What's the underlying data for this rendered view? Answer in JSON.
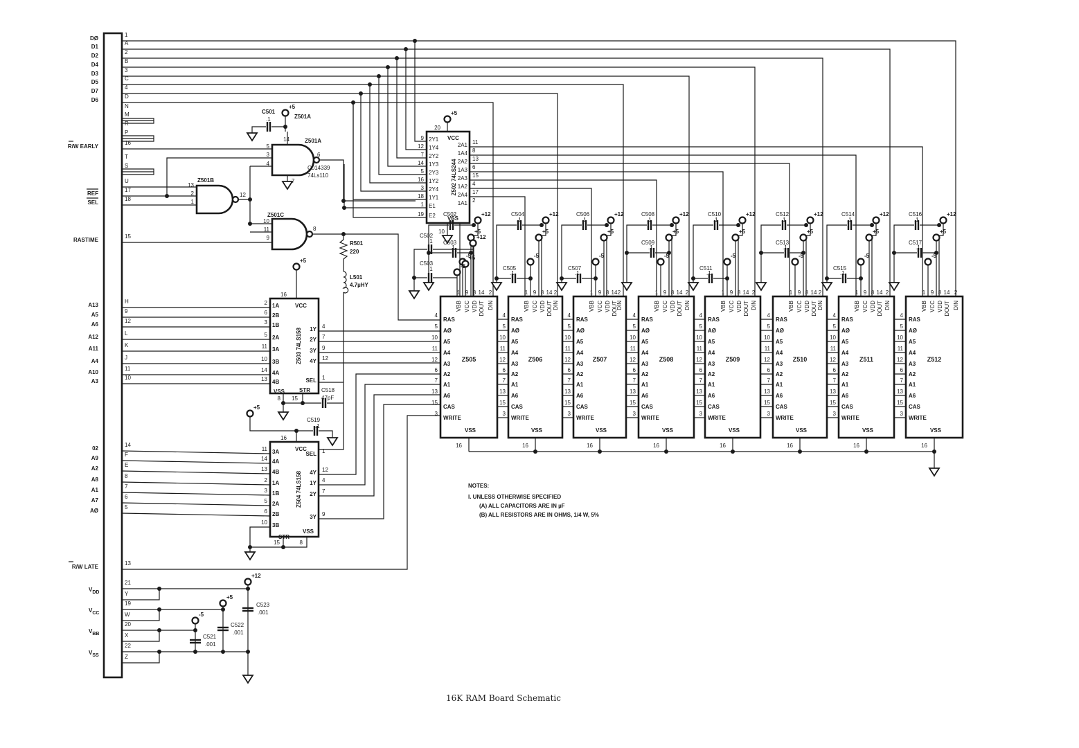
{
  "title": "16K RAM Board Schematic",
  "connector": {
    "signals": [
      {
        "name": "DØ",
        "pin": "1"
      },
      {
        "name": "D1",
        "pin": "A"
      },
      {
        "name": "D2",
        "pin": "2"
      },
      {
        "name": "D4",
        "pin": "B"
      },
      {
        "name": "D3",
        "pin": "3"
      },
      {
        "name": "D5",
        "pin": "C"
      },
      {
        "name": "D7",
        "pin": "4"
      },
      {
        "name": "D6",
        "pin": "D"
      },
      {
        "name": "",
        "pin": "N"
      },
      {
        "name": "",
        "pin": "M"
      },
      {
        "name": "",
        "pin": "R"
      },
      {
        "name": "",
        "pin": "P"
      },
      {
        "name": "R/W EARLY",
        "pin": "16"
      },
      {
        "name": "",
        "pin": "T"
      },
      {
        "name": "",
        "pin": "S"
      },
      {
        "name": "",
        "pin": "U"
      },
      {
        "name": "REF",
        "pin": "17"
      },
      {
        "name": "SEL",
        "pin": "18"
      },
      {
        "name": "RASTIME",
        "pin": "15"
      },
      {
        "name": "A13",
        "pin": "H"
      },
      {
        "name": "A5",
        "pin": "9"
      },
      {
        "name": "A6",
        "pin": "12"
      },
      {
        "name": "A12",
        "pin": "L"
      },
      {
        "name": "A11",
        "pin": "K"
      },
      {
        "name": "A4",
        "pin": "J"
      },
      {
        "name": "A10",
        "pin": "11"
      },
      {
        "name": "A3",
        "pin": "10"
      },
      {
        "name": "02",
        "pin": "14"
      },
      {
        "name": "A9",
        "pin": "F"
      },
      {
        "name": "A2",
        "pin": "E"
      },
      {
        "name": "A8",
        "pin": "8"
      },
      {
        "name": "A1",
        "pin": "7"
      },
      {
        "name": "A7",
        "pin": "6"
      },
      {
        "name": "AØ",
        "pin": "5"
      },
      {
        "name": "R/W LATE",
        "pin": "13"
      },
      {
        "name": "VDD",
        "pin": "21"
      },
      {
        "name": "",
        "pin": "Y"
      },
      {
        "name": "VCC",
        "pin": "19"
      },
      {
        "name": "",
        "pin": "W"
      },
      {
        "name": "VBB",
        "pin": "20"
      },
      {
        "name": "",
        "pin": "X"
      },
      {
        "name": "VSS",
        "pin": "22"
      },
      {
        "name": "",
        "pin": "Z"
      }
    ]
  },
  "gates": {
    "z501a": {
      "ref": "Z501A",
      "part": "C014339",
      "type": "74Ls110",
      "in_pins": [
        "5",
        "3",
        "4"
      ],
      "out_pin": "6",
      "vcc_pin": "14",
      "gnd_pin": "7"
    },
    "z501b": {
      "ref": "Z501B",
      "in_pins": [
        "13",
        "2",
        "1"
      ],
      "out_pin": "12"
    },
    "z501c": {
      "ref": "Z501C",
      "in_pins": [
        "10",
        "11",
        "9"
      ],
      "out_pin": "8"
    }
  },
  "buffer": {
    "ref": "Z502",
    "type": "74LS244",
    "vcc": "VCC",
    "vss": "VSS",
    "vcc_pin": "20",
    "vss_pin": "10",
    "left": [
      {
        "pin": "9",
        "name": "2Y1"
      },
      {
        "pin": "12",
        "name": "1Y4"
      },
      {
        "pin": "7",
        "name": "2Y2"
      },
      {
        "pin": "14",
        "name": "1Y3"
      },
      {
        "pin": "5",
        "name": "2Y3"
      },
      {
        "pin": "16",
        "name": "1Y2"
      },
      {
        "pin": "3",
        "name": "2Y4"
      },
      {
        "pin": "18",
        "name": "1Y1"
      },
      {
        "pin": "1",
        "name": "E1"
      },
      {
        "pin": "19",
        "name": "E2"
      }
    ],
    "right": [
      {
        "pin": "11",
        "name": "2A1"
      },
      {
        "pin": "8",
        "name": "1A4"
      },
      {
        "pin": "13",
        "name": "2A2"
      },
      {
        "pin": "6",
        "name": "1A3"
      },
      {
        "pin": "15",
        "name": "2A3"
      },
      {
        "pin": "4",
        "name": "1A2"
      },
      {
        "pin": "17",
        "name": "2A4"
      },
      {
        "pin": "2",
        "name": "1A1"
      }
    ]
  },
  "muxes": [
    {
      "ref": "Z503",
      "type": "74LS158",
      "vcc": "VCC",
      "vss": "VSS",
      "vcc_pin": "16",
      "left": [
        {
          "pin": "2",
          "name": "1A"
        },
        {
          "pin": "6",
          "name": "2B"
        },
        {
          "pin": "3",
          "name": "1B"
        },
        {
          "pin": "5",
          "name": "2A"
        },
        {
          "pin": "11",
          "name": "3A"
        },
        {
          "pin": "10",
          "name": "3B"
        },
        {
          "pin": "14",
          "name": "4A"
        },
        {
          "pin": "13",
          "name": "4B"
        }
      ],
      "right": [
        {
          "pin": "4",
          "name": "1Y"
        },
        {
          "pin": "7",
          "name": "2Y"
        },
        {
          "pin": "9",
          "name": "3Y"
        },
        {
          "pin": "12",
          "name": "4Y"
        },
        {
          "pin": "1",
          "name": "SEL"
        }
      ],
      "bottom": [
        {
          "pin": "8",
          "name": "VSS"
        },
        {
          "pin": "15",
          "name": "STR"
        }
      ]
    },
    {
      "ref": "Z504",
      "type": "74LS158",
      "vcc": "VCC",
      "vss": "VSS",
      "vcc_pin": "16",
      "left": [
        {
          "pin": "11",
          "name": "3A"
        },
        {
          "pin": "14",
          "name": "4A"
        },
        {
          "pin": "13",
          "name": "4B"
        },
        {
          "pin": "2",
          "name": "1A"
        },
        {
          "pin": "3",
          "name": "1B"
        },
        {
          "pin": "5",
          "name": "2A"
        },
        {
          "pin": "6",
          "name": "2B"
        },
        {
          "pin": "10",
          "name": "3B"
        }
      ],
      "right": [
        {
          "pin": "1",
          "name": "SEL"
        },
        {
          "pin": "12",
          "name": "4Y"
        },
        {
          "pin": "4",
          "name": "1Y"
        },
        {
          "pin": "7",
          "name": "2Y"
        },
        {
          "pin": "9",
          "name": "3Y"
        }
      ],
      "bottom": [
        {
          "pin": "15",
          "name": "STR"
        },
        {
          "pin": "8",
          "name": "VSS"
        }
      ]
    }
  ],
  "ram_chips": {
    "refs": [
      "Z505",
      "Z506",
      "Z507",
      "Z508",
      "Z509",
      "Z510",
      "Z511",
      "Z512"
    ],
    "top_pins": [
      {
        "pin": "1",
        "name": "VBB"
      },
      {
        "pin": "9",
        "name": "VCC"
      },
      {
        "pin": "8",
        "name": "VDD"
      },
      {
        "pin": "14",
        "name": "DOUT"
      },
      {
        "pin": "2",
        "name": "DIN"
      }
    ],
    "left_pins": [
      {
        "pin": "4",
        "name": "RAS",
        "bar": true
      },
      {
        "pin": "5",
        "name": "AØ"
      },
      {
        "pin": "10",
        "name": "A5"
      },
      {
        "pin": "11",
        "name": "A4"
      },
      {
        "pin": "12",
        "name": "A3"
      },
      {
        "pin": "6",
        "name": "A2"
      },
      {
        "pin": "7",
        "name": "A1"
      },
      {
        "pin": "13",
        "name": "A6"
      },
      {
        "pin": "15",
        "name": "CAS",
        "bar": true
      },
      {
        "pin": "3",
        "name": "WRITE",
        "bar": true
      }
    ],
    "vss_label": "VSS",
    "vss_pin": "16"
  },
  "decoupling": [
    {
      "ref": "C502",
      "value": ".1"
    },
    {
      "ref": "C503",
      "value": ".1"
    },
    {
      "ref": "C504",
      "value": ".1"
    },
    {
      "ref": "C505",
      "value": ".1"
    },
    {
      "ref": "C506",
      "value": ".1"
    },
    {
      "ref": "C507",
      "value": ".1"
    },
    {
      "ref": "C508",
      "value": ".1"
    },
    {
      "ref": "C509",
      "value": ".1"
    },
    {
      "ref": "C510",
      "value": ".1"
    },
    {
      "ref": "C511",
      "value": ".1"
    },
    {
      "ref": "C512",
      "value": ".1"
    },
    {
      "ref": "C513",
      "value": ".1"
    },
    {
      "ref": "C514",
      "value": ".1"
    },
    {
      "ref": "C515",
      "value": ".1"
    },
    {
      "ref": "C516",
      "value": ".1"
    },
    {
      "ref": "C517",
      "value": ".1"
    }
  ],
  "components": {
    "c501": {
      "ref": "C501",
      "value": ".1"
    },
    "c518": {
      "ref": "C518",
      "value": "47pF"
    },
    "c519": {
      "ref": "C519",
      "value": ".1"
    },
    "c521": {
      "ref": "C521",
      "value": ".001"
    },
    "c522": {
      "ref": "C522",
      "value": ".001"
    },
    "c523": {
      "ref": "C523",
      "value": ".001"
    },
    "r501": {
      "ref": "R501",
      "value": "220"
    },
    "l501": {
      "ref": "L501",
      "value": "4.7µHY"
    }
  },
  "supplies": {
    "p5": "+5",
    "p12": "+12",
    "m5": "-5"
  },
  "notes": {
    "heading": "NOTES:",
    "lines": [
      "I.  UNLESS OTHERWISE SPECIFIED",
      "(A) ALL CAPACITORS ARE IN µF",
      "(B) ALL RESISTORS ARE IN OHMS, 1/4 W, 5%"
    ]
  }
}
